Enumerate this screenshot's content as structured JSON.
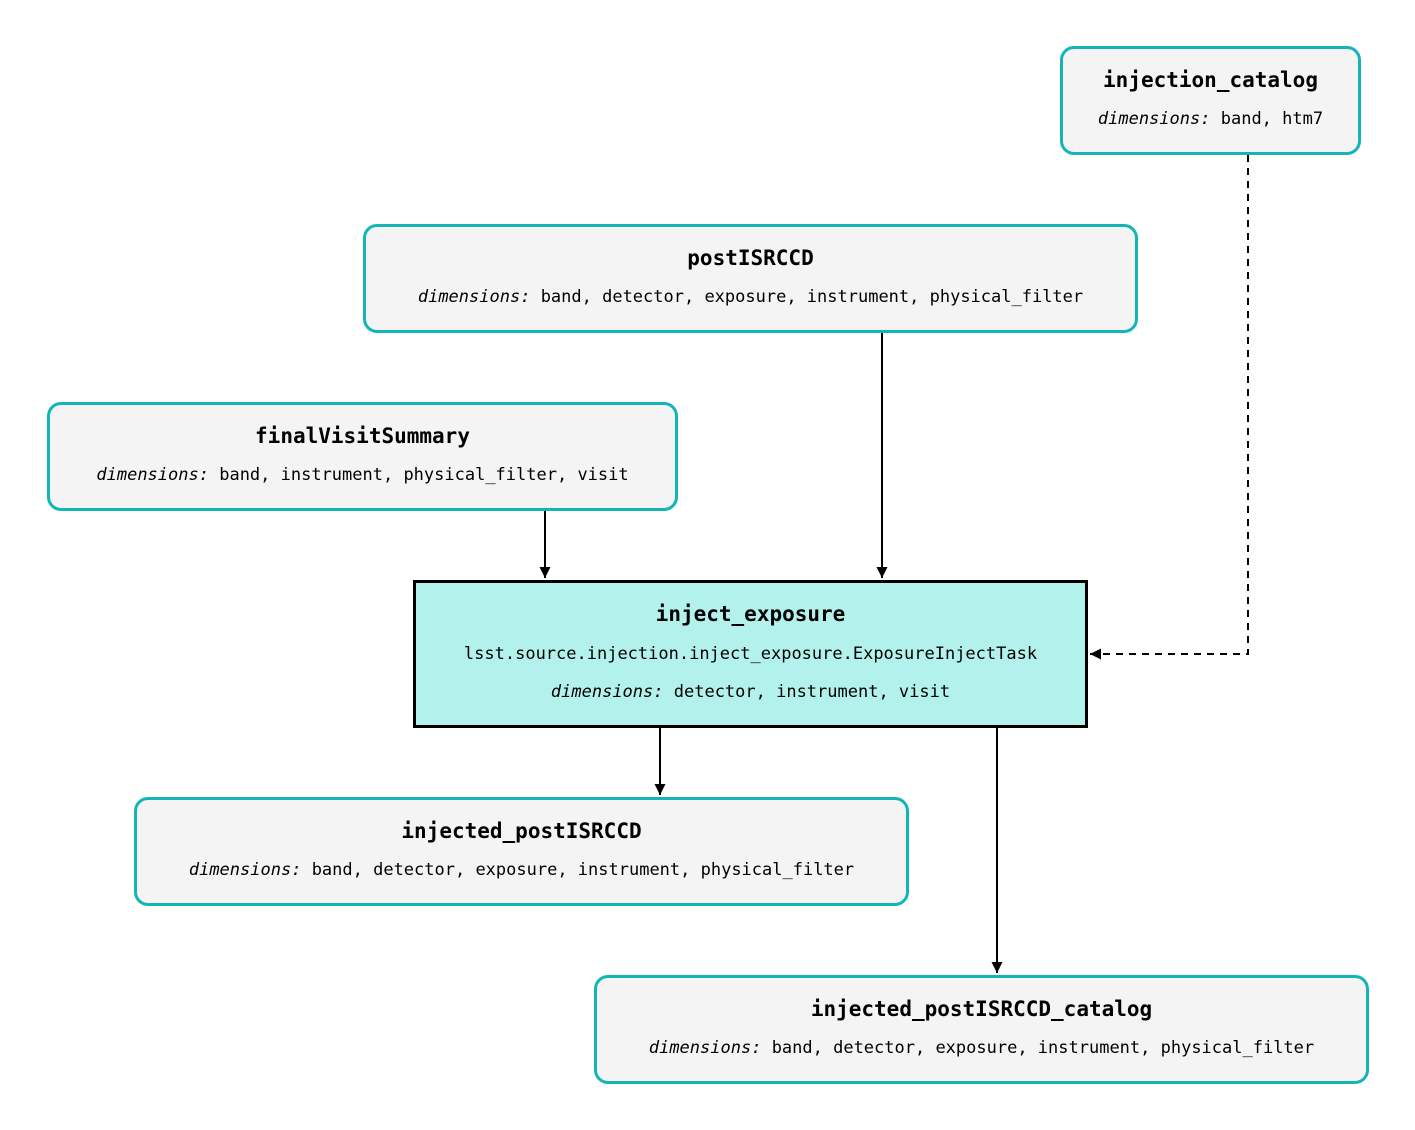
{
  "colors": {
    "dataset_border": "#13b5b8",
    "dataset_fill": "#f4f4f4",
    "task_border": "#000000",
    "task_fill": "#b2f1ec",
    "edge": "#000000"
  },
  "dimensions_label": "dimensions:",
  "nodes": {
    "injection_catalog": {
      "title": "injection_catalog",
      "dimensions": "band, htm7"
    },
    "postISRCCD": {
      "title": "postISRCCD",
      "dimensions": "band, detector, exposure, instrument, physical_filter"
    },
    "finalVisitSummary": {
      "title": "finalVisitSummary",
      "dimensions": "band, instrument, physical_filter, visit"
    },
    "inject_exposure": {
      "title": "inject_exposure",
      "task_class": "lsst.source.injection.inject_exposure.ExposureInjectTask",
      "dimensions": "detector, instrument, visit"
    },
    "injected_postISRCCD": {
      "title": "injected_postISRCCD",
      "dimensions": "band, detector, exposure, instrument, physical_filter"
    },
    "injected_postISRCCD_catalog": {
      "title": "injected_postISRCCD_catalog",
      "dimensions": "band, detector, exposure, instrument, physical_filter"
    }
  },
  "edges": [
    {
      "from": "injection_catalog",
      "to": "inject_exposure",
      "style": "dashed"
    },
    {
      "from": "postISRCCD",
      "to": "inject_exposure",
      "style": "solid"
    },
    {
      "from": "finalVisitSummary",
      "to": "inject_exposure",
      "style": "solid"
    },
    {
      "from": "inject_exposure",
      "to": "injected_postISRCCD",
      "style": "solid"
    },
    {
      "from": "inject_exposure",
      "to": "injected_postISRCCD_catalog",
      "style": "solid"
    }
  ]
}
